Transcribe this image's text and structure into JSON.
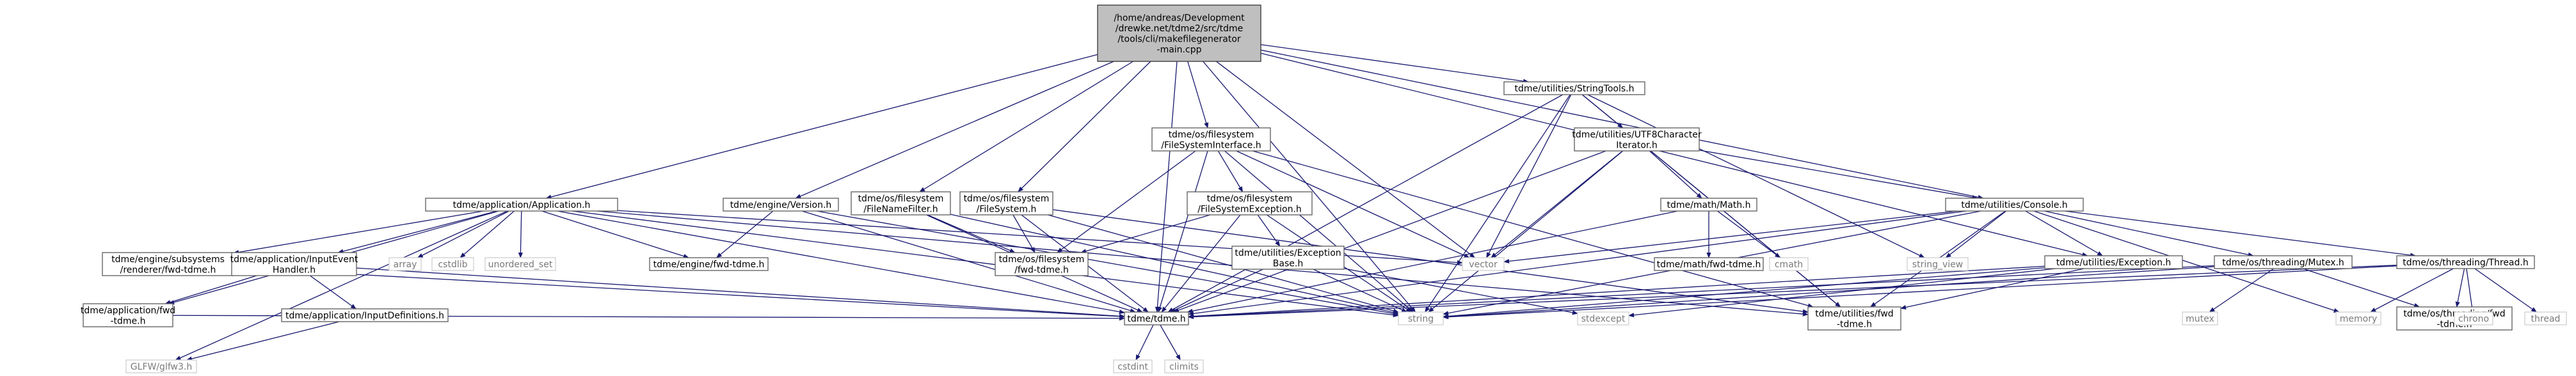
{
  "nodes": [
    {
      "id": "main",
      "lines": [
        "/home/andreas/Development",
        "/drewke.net/tdme2/src/tdme",
        "/tools/cli/makefilegenerator",
        "-main.cpp"
      ],
      "root": true
    },
    {
      "id": "application",
      "lines": [
        "tdme/application/Application.h"
      ]
    },
    {
      "id": "version",
      "lines": [
        "tdme/engine/Version.h"
      ]
    },
    {
      "id": "filenamefilter",
      "lines": [
        "tdme/os/filesystem",
        "/FileNameFilter.h"
      ]
    },
    {
      "id": "filesystem",
      "lines": [
        "tdme/os/filesystem",
        "/FileSystem.h"
      ]
    },
    {
      "id": "fsinterface",
      "lines": [
        "tdme/os/filesystem",
        "/FileSystemInterface.h"
      ]
    },
    {
      "id": "stringtools",
      "lines": [
        "tdme/utilities/StringTools.h"
      ]
    },
    {
      "id": "utf8",
      "lines": [
        "tdme/utilities/UTF8Character",
        "Iterator.h"
      ]
    },
    {
      "id": "fsexception",
      "lines": [
        "tdme/os/filesystem",
        "/FileSystemException.h"
      ]
    },
    {
      "id": "console",
      "lines": [
        "tdme/utilities/Console.h"
      ]
    },
    {
      "id": "math",
      "lines": [
        "tdme/math/Math.h"
      ]
    },
    {
      "id": "exceptionbase",
      "lines": [
        "tdme/utilities/Exception",
        "Base.h"
      ]
    },
    {
      "id": "exception",
      "lines": [
        "tdme/utilities/Exception.h"
      ]
    },
    {
      "id": "mutex",
      "lines": [
        "tdme/os/threading/Mutex.h"
      ]
    },
    {
      "id": "thread",
      "lines": [
        "tdme/os/threading/Thread.h"
      ]
    },
    {
      "id": "subsystems",
      "lines": [
        "tdme/engine/subsystems",
        "/renderer/fwd-tdme.h"
      ]
    },
    {
      "id": "inputevent",
      "lines": [
        "tdme/application/InputEvent",
        "Handler.h"
      ]
    },
    {
      "id": "array",
      "lines": [
        "array"
      ],
      "sys": true
    },
    {
      "id": "cstdlib",
      "lines": [
        "cstdlib"
      ],
      "sys": true
    },
    {
      "id": "unordered_set",
      "lines": [
        "unordered_set"
      ],
      "sys": true
    },
    {
      "id": "enginefwd",
      "lines": [
        "tdme/engine/fwd-tdme.h"
      ]
    },
    {
      "id": "fsfwd",
      "lines": [
        "tdme/os/filesystem",
        "/fwd-tdme.h"
      ]
    },
    {
      "id": "vector",
      "lines": [
        "vector"
      ],
      "sys": true
    },
    {
      "id": "mathfwd",
      "lines": [
        "tdme/math/fwd-tdme.h"
      ]
    },
    {
      "id": "cmath",
      "lines": [
        "cmath"
      ],
      "sys": true
    },
    {
      "id": "string_view",
      "lines": [
        "string_view"
      ],
      "sys": true
    },
    {
      "id": "appfwd",
      "lines": [
        "tdme/application/fwd",
        "-tdme.h"
      ]
    },
    {
      "id": "inputdefs",
      "lines": [
        "tdme/application/InputDefinitions.h"
      ]
    },
    {
      "id": "tdme",
      "lines": [
        "tdme/tdme.h"
      ]
    },
    {
      "id": "string",
      "lines": [
        "string"
      ],
      "sys": true
    },
    {
      "id": "stdexcept",
      "lines": [
        "stdexcept"
      ],
      "sys": true
    },
    {
      "id": "utilfwd",
      "lines": [
        "tdme/utilities/fwd",
        "-tdme.h"
      ]
    },
    {
      "id": "mutexsys",
      "lines": [
        "mutex"
      ],
      "sys": true
    },
    {
      "id": "memory",
      "lines": [
        "memory"
      ],
      "sys": true
    },
    {
      "id": "threadfwd",
      "lines": [
        "tdme/os/threading/fwd",
        "-tdme.h"
      ]
    },
    {
      "id": "chrono",
      "lines": [
        "chrono"
      ],
      "sys": true
    },
    {
      "id": "threadsys",
      "lines": [
        "thread"
      ],
      "sys": true
    },
    {
      "id": "glfw",
      "lines": [
        "GLFW/glfw3.h"
      ],
      "sys": true
    },
    {
      "id": "cstdint",
      "lines": [
        "cstdint"
      ],
      "sys": true
    },
    {
      "id": "climits",
      "lines": [
        "climits"
      ],
      "sys": true
    }
  ],
  "edges": [
    [
      "main",
      "application"
    ],
    [
      "main",
      "version"
    ],
    [
      "main",
      "filenamefilter"
    ],
    [
      "main",
      "filesystem"
    ],
    [
      "main",
      "fsinterface"
    ],
    [
      "main",
      "stringtools"
    ],
    [
      "main",
      "console"
    ],
    [
      "main",
      "exception"
    ],
    [
      "main",
      "vector"
    ],
    [
      "main",
      "string"
    ],
    [
      "main",
      "tdme"
    ],
    [
      "application",
      "subsystems"
    ],
    [
      "application",
      "inputevent"
    ],
    [
      "application",
      "array"
    ],
    [
      "application",
      "cstdlib"
    ],
    [
      "application",
      "unordered_set"
    ],
    [
      "application",
      "enginefwd"
    ],
    [
      "application",
      "appfwd"
    ],
    [
      "application",
      "vector"
    ],
    [
      "application",
      "string"
    ],
    [
      "application",
      "tdme"
    ],
    [
      "application",
      "utilfwd"
    ],
    [
      "application",
      "glfw"
    ],
    [
      "inputevent",
      "appfwd"
    ],
    [
      "inputevent",
      "inputdefs"
    ],
    [
      "inputevent",
      "tdme"
    ],
    [
      "inputdefs",
      "glfw"
    ],
    [
      "appfwd",
      "tdme"
    ],
    [
      "subsystems",
      "tdme"
    ],
    [
      "version",
      "enginefwd"
    ],
    [
      "version",
      "string"
    ],
    [
      "version",
      "tdme"
    ],
    [
      "filenamefilter",
      "fsfwd"
    ],
    [
      "filenamefilter",
      "string"
    ],
    [
      "filenamefilter",
      "tdme"
    ],
    [
      "filesystem",
      "fsfwd"
    ],
    [
      "filesystem",
      "string"
    ],
    [
      "filesystem",
      "tdme"
    ],
    [
      "filesystem",
      "utilfwd"
    ],
    [
      "fsinterface",
      "fsexception"
    ],
    [
      "fsinterface",
      "fsfwd"
    ],
    [
      "fsinterface",
      "vector"
    ],
    [
      "fsinterface",
      "string"
    ],
    [
      "fsinterface",
      "tdme"
    ],
    [
      "fsinterface",
      "utilfwd"
    ],
    [
      "fsexception",
      "exceptionbase"
    ],
    [
      "fsexception",
      "fsfwd"
    ],
    [
      "fsexception",
      "string"
    ],
    [
      "fsexception",
      "tdme"
    ],
    [
      "exceptionbase",
      "stdexcept"
    ],
    [
      "exceptionbase",
      "string"
    ],
    [
      "exceptionbase",
      "tdme"
    ],
    [
      "stringtools",
      "utf8"
    ],
    [
      "stringtools",
      "string_view"
    ],
    [
      "stringtools",
      "vector"
    ],
    [
      "stringtools",
      "string"
    ],
    [
      "stringtools",
      "tdme"
    ],
    [
      "stringtools",
      "utilfwd"
    ],
    [
      "utf8",
      "console"
    ],
    [
      "utf8",
      "math"
    ],
    [
      "utf8",
      "vector"
    ],
    [
      "utf8",
      "string"
    ],
    [
      "utf8",
      "tdme"
    ],
    [
      "utf8",
      "utilfwd"
    ],
    [
      "math",
      "mathfwd"
    ],
    [
      "math",
      "cmath"
    ],
    [
      "math",
      "tdme"
    ],
    [
      "console",
      "exception"
    ],
    [
      "console",
      "mutex"
    ],
    [
      "console",
      "thread"
    ],
    [
      "console",
      "string_view"
    ],
    [
      "console",
      "memory"
    ],
    [
      "console",
      "vector"
    ],
    [
      "console",
      "string"
    ],
    [
      "console",
      "tdme"
    ],
    [
      "console",
      "utilfwd"
    ],
    [
      "exception",
      "stdexcept"
    ],
    [
      "exception",
      "string"
    ],
    [
      "exception",
      "tdme"
    ],
    [
      "exception",
      "utilfwd"
    ],
    [
      "mutex",
      "mutexsys"
    ],
    [
      "mutex",
      "threadfwd"
    ],
    [
      "mutex",
      "string"
    ],
    [
      "mutex",
      "tdme"
    ],
    [
      "thread",
      "chrono"
    ],
    [
      "thread",
      "threadsys"
    ],
    [
      "thread",
      "memory"
    ],
    [
      "thread",
      "threadfwd"
    ],
    [
      "thread",
      "string"
    ],
    [
      "thread",
      "tdme"
    ],
    [
      "tdme",
      "cstdint"
    ],
    [
      "tdme",
      "climits"
    ]
  ]
}
